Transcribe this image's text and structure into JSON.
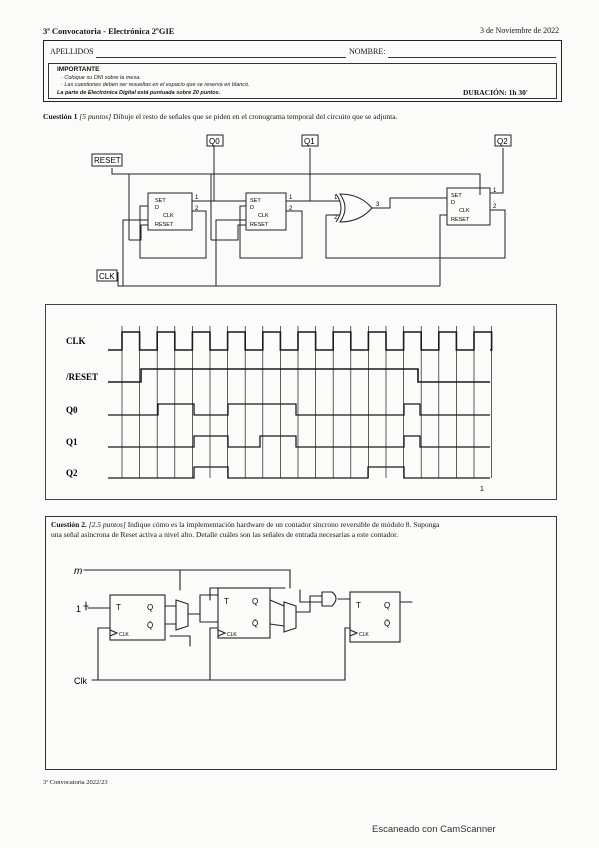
{
  "header": {
    "title": "3ª Convocatoria - Electrónica 2ºGIE",
    "date": "3 de Noviembre de 2022"
  },
  "form": {
    "surname_label": "APELLIDOS",
    "name_label": "NOMBRE:",
    "important_title": "IMPORTANTE",
    "bullets": [
      "· Coloque su DNI sobre la mesa.",
      "· Las cuestiones deben ser resueltas en el espacio que se reserva en blanco."
    ],
    "scoring_note": "La parte de Electrónica Digital está puntuada sobre 20 puntos.",
    "duration": "DURACIÓN: 1h 30'"
  },
  "q1": {
    "title": "Cuestión 1",
    "points": "[5 puntos]",
    "text": " Dibuje el resto de señales que se piden en el cronograma temporal del circuito que se adjunta.",
    "circuit": {
      "reset": "RESET",
      "clk": "CLK",
      "q0": "Q0",
      "q1": "Q1",
      "q2": "Q2",
      "ff_set": "SET",
      "ff_d": "D",
      "ff_clk": "CLK",
      "ff_reset": "RESET",
      "ff_pin_q": "1",
      "ff_pin_nq": "2",
      "gate_pin1": "1",
      "gate_pin2": "2",
      "gate_pin3": "3"
    },
    "timing": {
      "signals": [
        "CLK",
        "/RESET",
        "Q0",
        "Q1",
        "Q2"
      ],
      "end_mark": "1"
    }
  },
  "q2": {
    "title": "Cuestión 2.",
    "points": "[2.5 puntos]",
    "text_line1": " Indique cómo es la implementación hardware de un contador síncrono reversible de módulo 8. Suponga",
    "text_line2": "una señal asíncrona de Reset activa a nivel alto. Detalle cuáles son las señales de entrada necesarias a este contador.",
    "sketch": {
      "m": "m",
      "one": "1",
      "clk": "Clk",
      "ff_t": "T",
      "ff_q": "Q",
      "ff_nq": "Q̄",
      "ff_clk": "CLK"
    }
  },
  "footer": {
    "text": "3ª Convocatoria 2022/23",
    "scanner": "Escaneado con CamScanner"
  }
}
